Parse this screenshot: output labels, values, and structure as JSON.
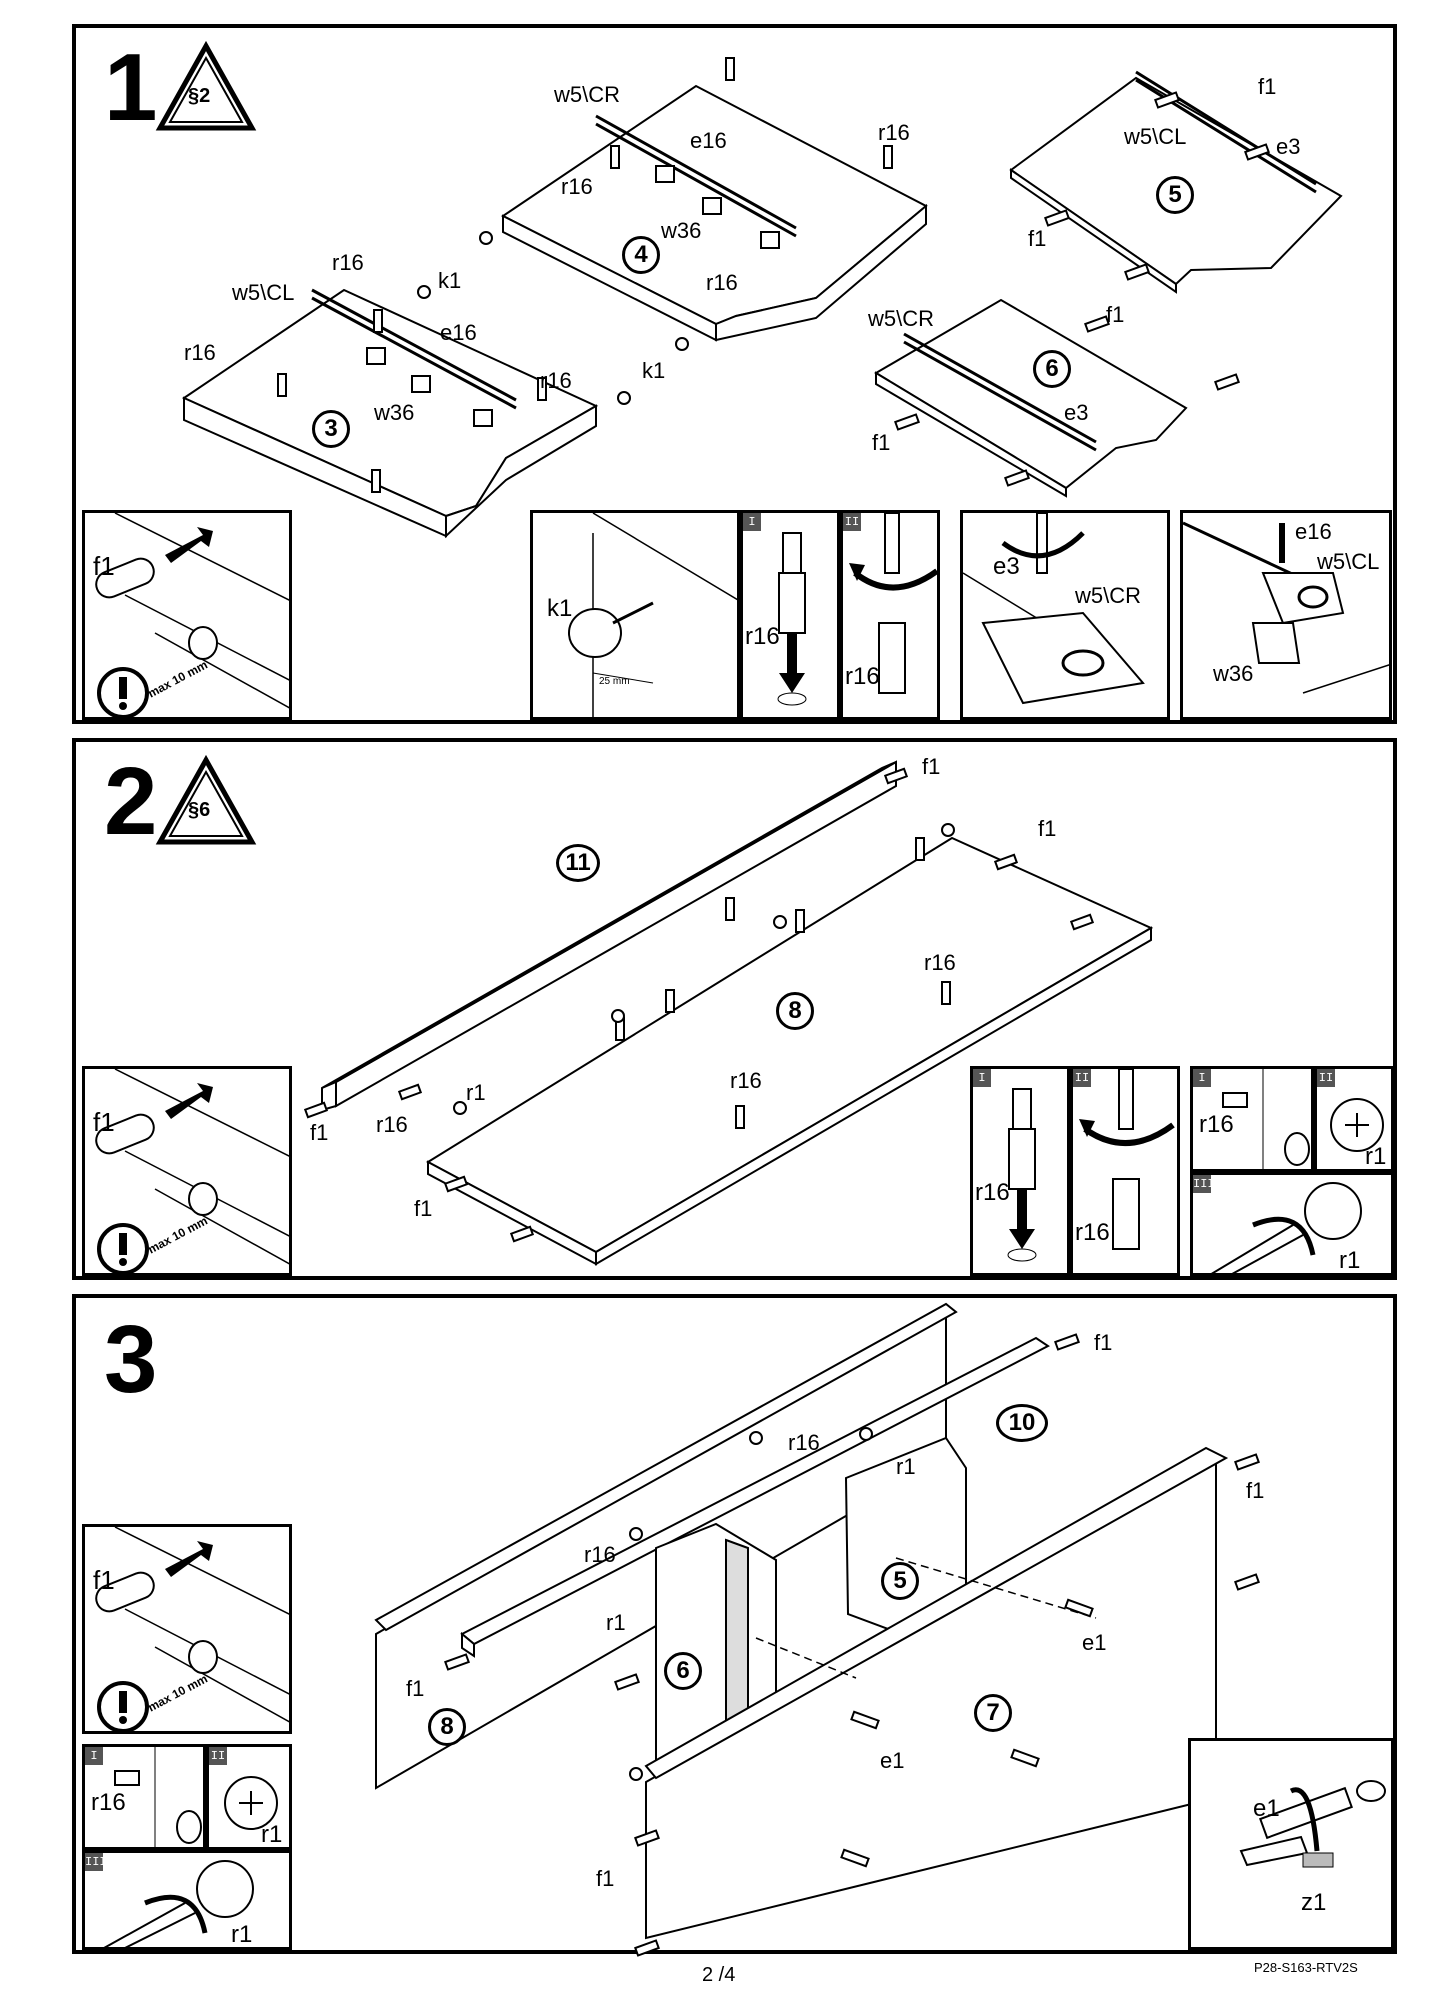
{
  "page_number": "2 /4",
  "document_code": "P28-S163-RTV2S",
  "step1": {
    "number": "1",
    "warning_code": "§2",
    "labels": {
      "w5cr_top": "w5\\CR",
      "e16_top": "e16",
      "r16_top_right": "r16",
      "r16_top_left": "r16",
      "w36_top": "w36",
      "r16_top_mid": "r16",
      "k1_bottom": "k1",
      "f1_p5_top": "f1",
      "w5cl_p5": "w5\\CL",
      "e3_p5": "e3",
      "f1_p5_left": "f1",
      "r16_p3_top": "r16",
      "w5cl_p3": "w5\\CL",
      "k1_p3": "k1",
      "e16_p3": "e16",
      "r16_p3_left": "r16",
      "w36_p3": "w36",
      "r16_p3_right": "r16",
      "w5cr_p6": "w5\\CR",
      "f1_p6_top": "f1",
      "e3_p6": "e3",
      "f1_p6_left": "f1"
    },
    "parts": [
      "4",
      "5",
      "3",
      "6"
    ],
    "insets": {
      "f1_label": "f1",
      "max_label": "max 10 mm",
      "k1_label": "k1",
      "k1_dim": "25 mm",
      "r16_i_tag": "I",
      "r16_i_label": "r16",
      "r16_ii_tag": "II",
      "r16_ii_label": "r16",
      "e3_label": "e3",
      "w5cr_label": "w5\\CR",
      "e16_label": "e16",
      "w5cl_label": "w5\\CL",
      "w36_label": "w36"
    }
  },
  "step2": {
    "number": "2",
    "warning_code": "§6",
    "labels": {
      "f1_top": "f1",
      "f1_right_top": "f1",
      "r16_right": "r16",
      "r16_mid": "r16",
      "r1": "r1",
      "r16_left": "r16",
      "f1_left_bottom": "f1",
      "f1_left": "f1"
    },
    "parts": [
      "11",
      "8"
    ],
    "insets": {
      "f1_label": "f1",
      "max_label": "max 10 mm",
      "r16_i_tag": "I",
      "r16_i_label": "r16",
      "r16_ii_tag": "II",
      "r16_ii_label": "r16",
      "cam_i_tag": "I",
      "cam_i_label": "r16",
      "cam_ii_tag": "II",
      "cam_ii_label": "r1",
      "cam_iii_tag": "III",
      "cam_iii_label": "r1"
    }
  },
  "step3": {
    "number": "3",
    "labels": {
      "f1_top": "f1",
      "r16_top": "r16",
      "r1_top": "r1",
      "f1_right": "f1",
      "r16_left": "r16",
      "r1_left": "r1",
      "e1_right": "e1",
      "f1_mid": "f1",
      "e1_mid": "e1",
      "f1_bottom": "f1"
    },
    "parts": [
      "10",
      "5",
      "6",
      "8",
      "7"
    ],
    "insets": {
      "f1_label": "f1",
      "max_label": "max 10 mm",
      "cam_i_tag": "I",
      "cam_i_label": "r16",
      "cam_ii_tag": "II",
      "cam_ii_label": "r1",
      "cam_iii_tag": "III",
      "cam_iii_label": "r1",
      "e1_label": "e1",
      "z1_label": "z1"
    }
  }
}
